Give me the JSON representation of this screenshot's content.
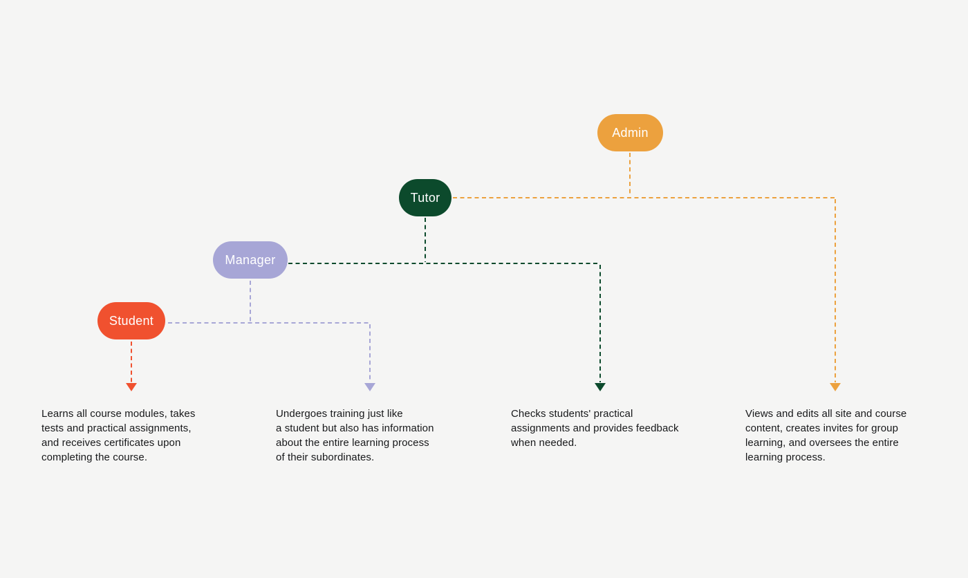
{
  "background_color": "#F5F5F4",
  "text_color": "#17181A",
  "roles": [
    {
      "name": "Student",
      "color": "#F0512F",
      "description": "Learns all course modules, takes\ntests and practical assignments,\nand receives certificates upon\ncompleting the course."
    },
    {
      "name": "Manager",
      "color": "#A7A6D6",
      "description": "Undergoes training just like\na student but also has information\nabout the entire learning process\nof their subordinates."
    },
    {
      "name": "Tutor",
      "color": "#0C4A2C",
      "description": "Checks students' practical\nassignments and provides feedback\nwhen needed."
    },
    {
      "name": "Admin",
      "color": "#ECA13E",
      "description": "Views and edits all site and course\ncontent, creates invites for group\nlearning, and oversees the entire\nlearning process."
    }
  ]
}
